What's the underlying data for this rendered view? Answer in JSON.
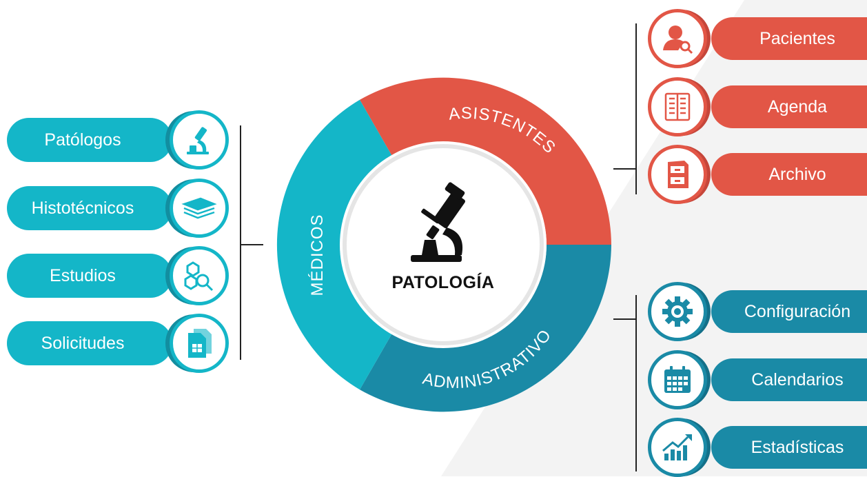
{
  "center": {
    "title": "PATOLOGÍA",
    "icon": "microscope-icon"
  },
  "segments": {
    "medicos": "MÉDICOS",
    "asistentes": "ASISTENTES",
    "administrativo": "ADMINISTRATIVO"
  },
  "left_items": [
    {
      "label": "Patólogos",
      "icon": "microscope-icon"
    },
    {
      "label": "Histotécnicos",
      "icon": "slides-stack-icon"
    },
    {
      "label": "Estudios",
      "icon": "molecule-search-icon"
    },
    {
      "label": "Solicitudes",
      "icon": "documents-icon"
    }
  ],
  "right_top_items": [
    {
      "label": "Pacientes",
      "icon": "user-search-icon"
    },
    {
      "label": "Agenda",
      "icon": "agenda-book-icon"
    },
    {
      "label": "Archivo",
      "icon": "file-cabinet-icon"
    }
  ],
  "right_bottom_items": [
    {
      "label": "Configuración",
      "icon": "gear-icon"
    },
    {
      "label": "Calendarios",
      "icon": "calendar-icon"
    },
    {
      "label": "Estadísticas",
      "icon": "chart-growth-icon"
    }
  ],
  "colors": {
    "medicos": "#14b6c8",
    "asistentes": "#e25646",
    "administrativo": "#1a8aa6"
  }
}
